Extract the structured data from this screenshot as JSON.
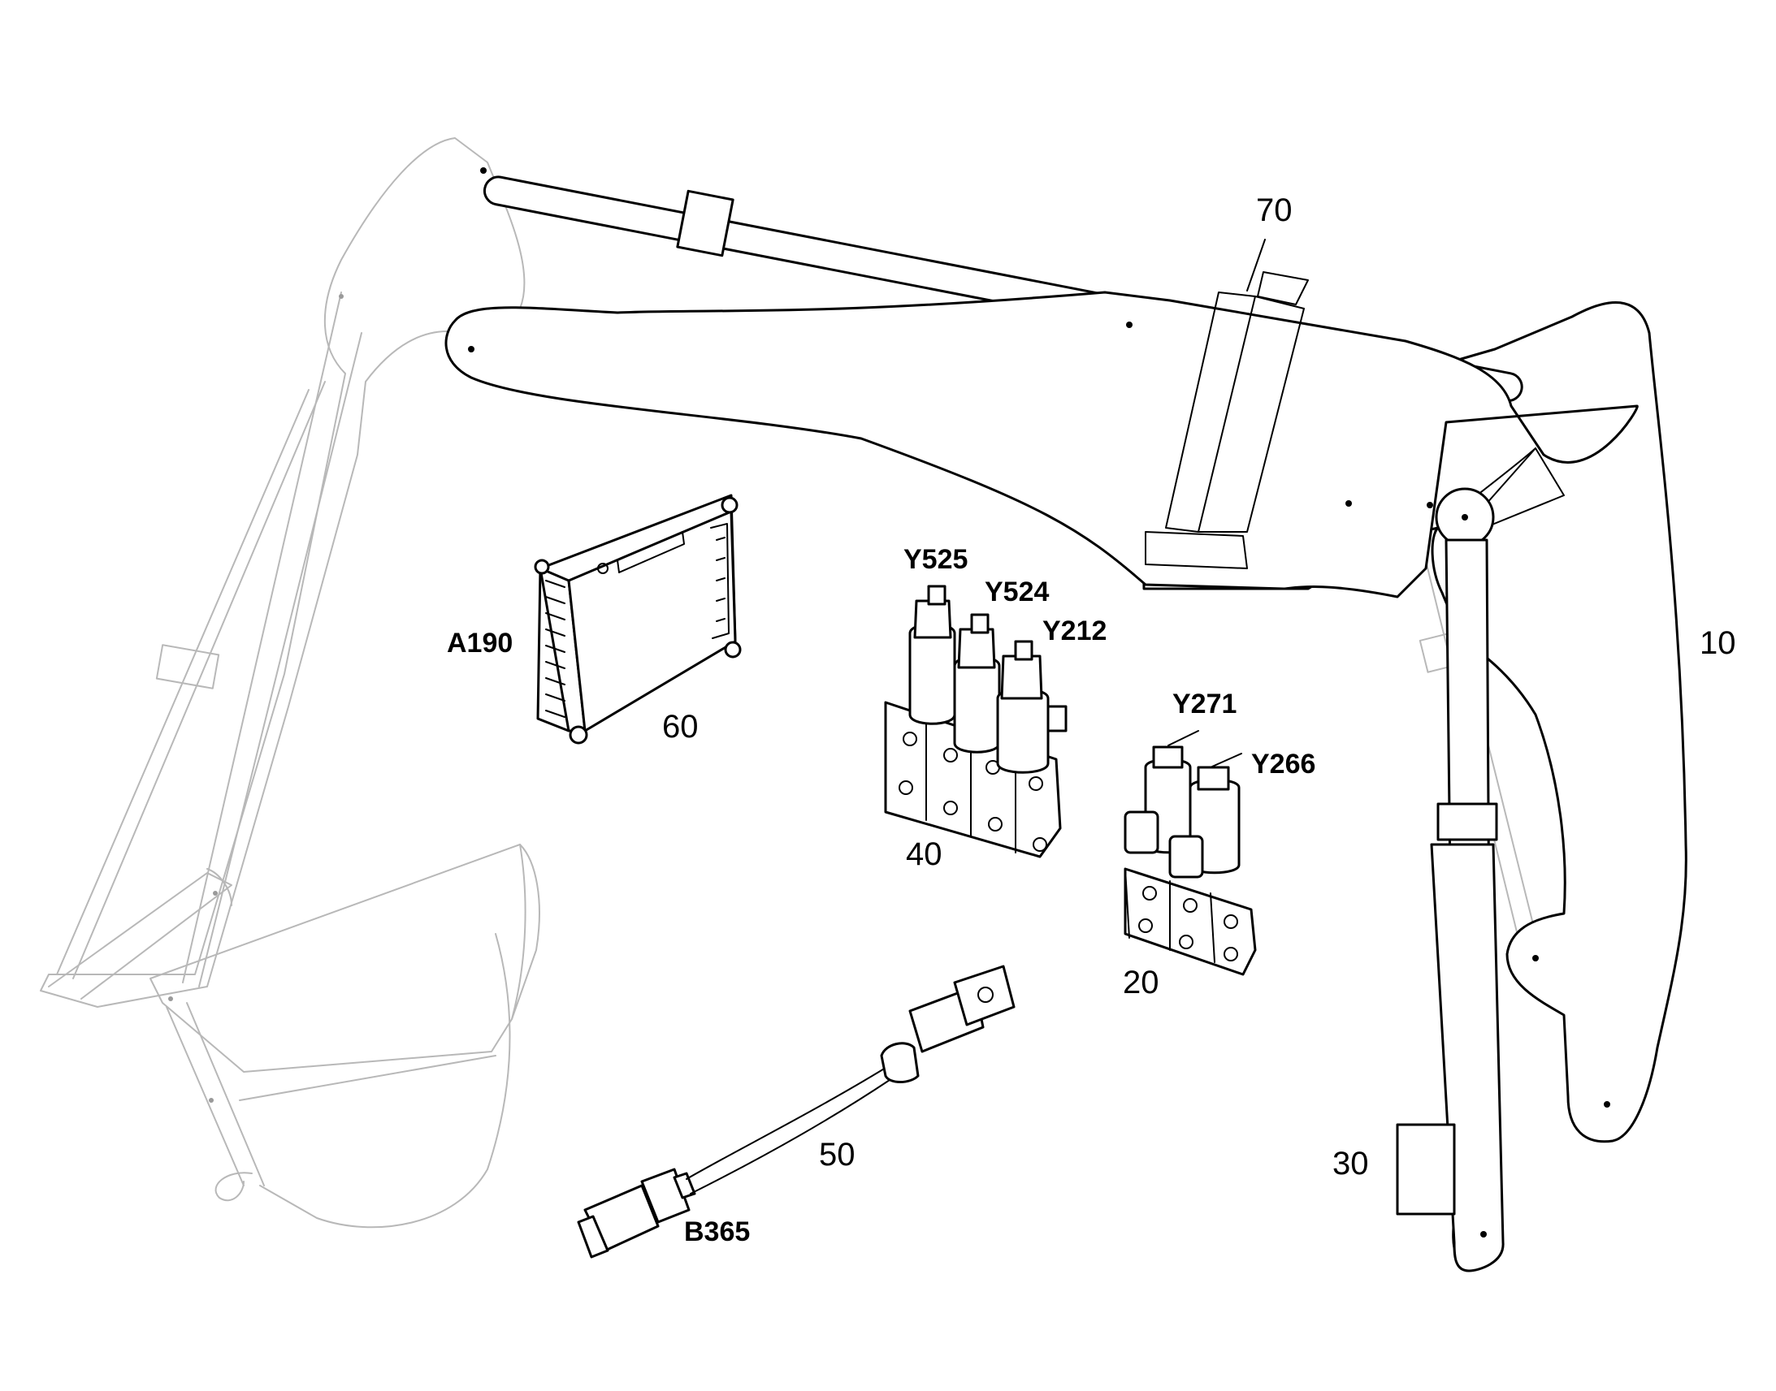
{
  "diagram": {
    "callouts": {
      "c10": "10",
      "c20": "20",
      "c30": "30",
      "c40": "40",
      "c50": "50",
      "c60": "60",
      "c70": "70"
    },
    "components": {
      "a190": "A190",
      "y525": "Y525",
      "y524": "Y524",
      "y212": "Y212",
      "y271": "Y271",
      "y266": "Y266",
      "b365": "B365"
    }
  }
}
